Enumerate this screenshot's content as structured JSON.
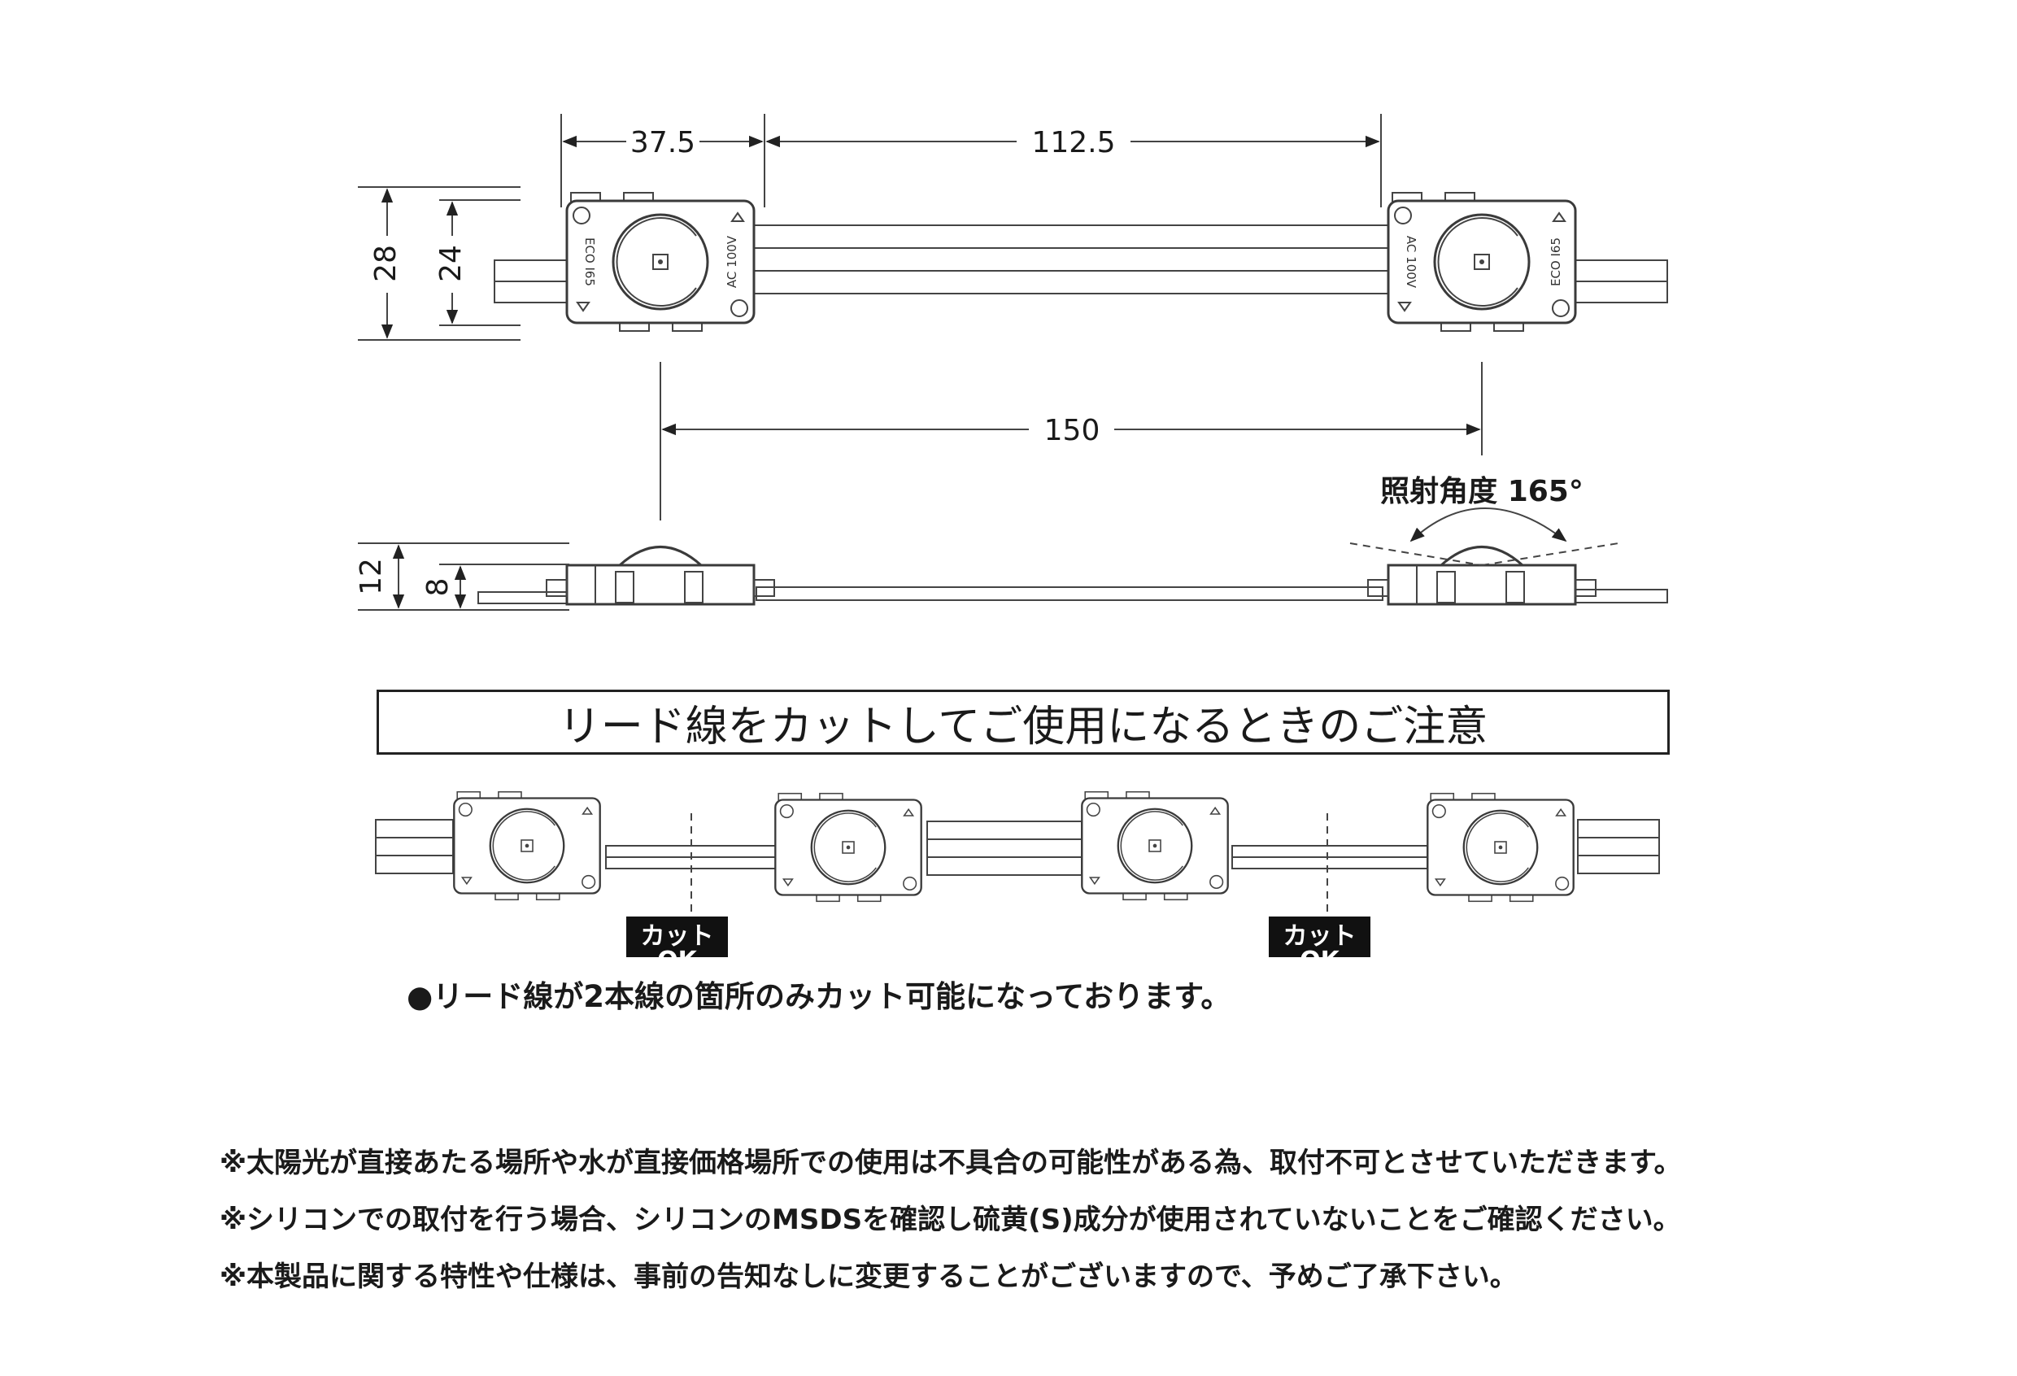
{
  "dimensions": {
    "module_width": "37.5",
    "pitch_gap": "112.5",
    "height_outer": "28",
    "height_inner": "24",
    "pitch": "150",
    "side_height_outer": "12",
    "side_height_inner": "8",
    "beam_angle_label": "照射角度 165°"
  },
  "module_labels": {
    "model": "ECO I65",
    "voltage": "AC 100V"
  },
  "banner": "リード線をカットしてご使用になるときのご注意",
  "cut_ok_label": "カットOK",
  "cut_note": "●リード線が2本線の箇所のみカット可能になっております。",
  "notes": [
    "※太陽光が直接あたる場所や水が直接価格場所での使用は不具合の可能性がある為、取付不可とさせていただきます。",
    "※シリコンでの取付を行う場合、シリコンのMSDSを確認し硫黄(S)成分が使用されていないことをご確認ください。",
    "※本製品に関する特性や仕様は、事前の告知なしに変更することがございますので、予めご了承下さい。"
  ]
}
